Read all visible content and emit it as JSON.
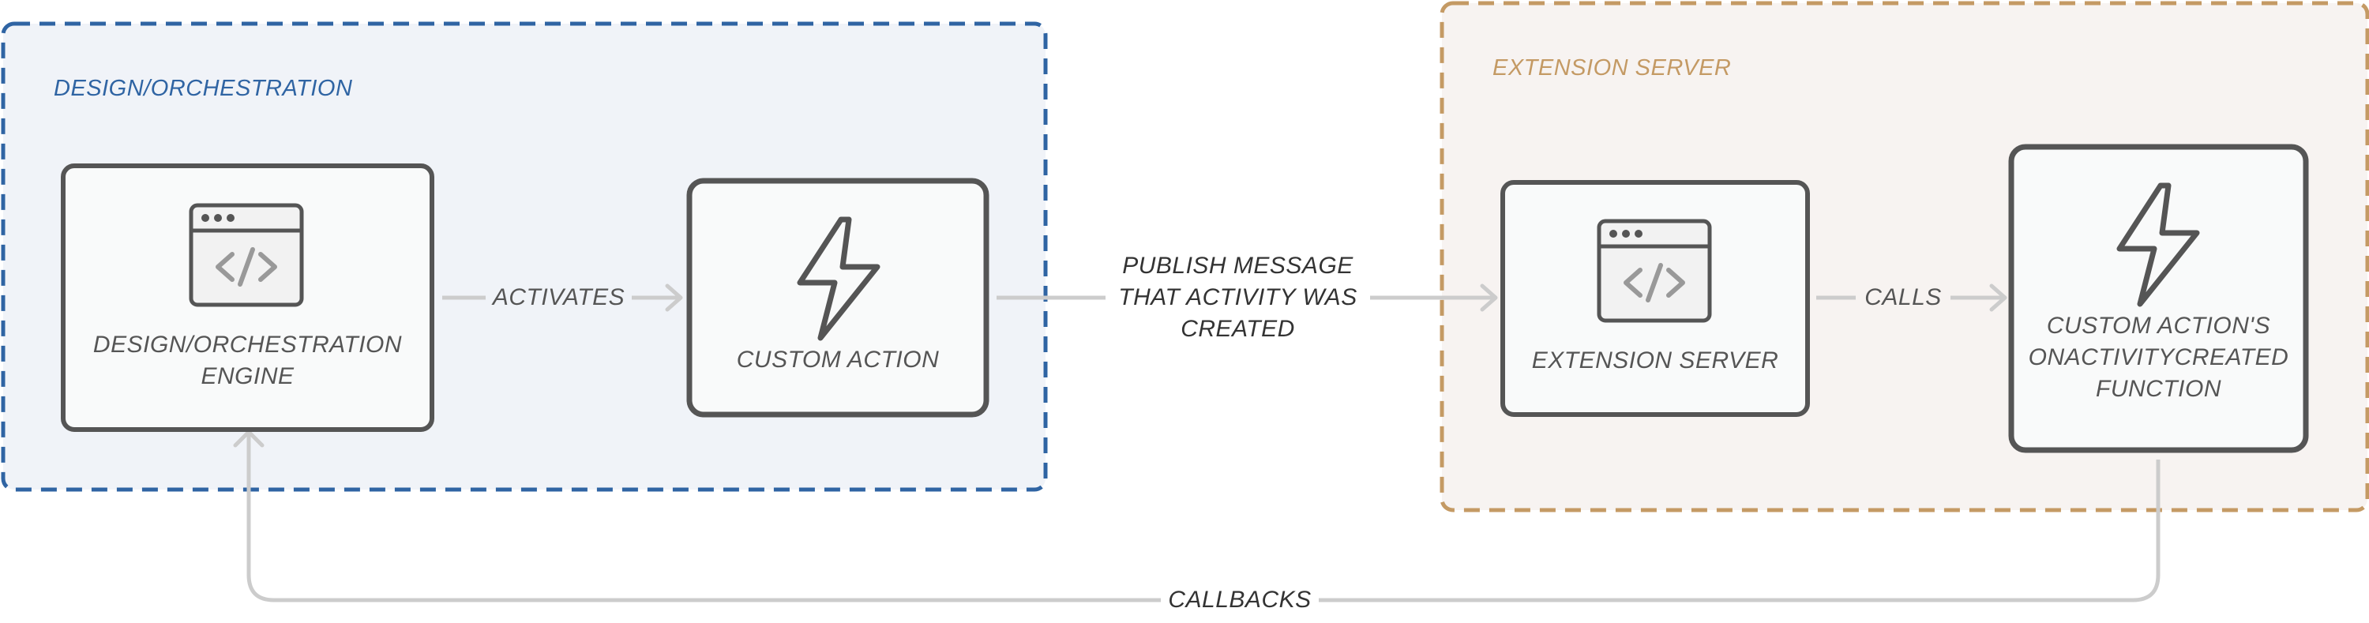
{
  "groups": {
    "design": {
      "label": "DESIGN/ORCHESTRATION",
      "fill": "#f0f3f8",
      "stroke": "#2f64a3"
    },
    "extension": {
      "label": "EXTENSION SERVER",
      "fill": "#f7f3f1",
      "stroke": "#c49a64"
    }
  },
  "nodes": {
    "engine": {
      "line1": "DESIGN/ORCHESTRATION",
      "line2": "ENGINE",
      "icon": "code-window-icon"
    },
    "custom_action": {
      "line1": "CUSTOM ACTION",
      "icon": "lightning-bolt-icon"
    },
    "extension_server": {
      "line1": "EXTENSION SERVER",
      "icon": "code-window-icon"
    },
    "handler": {
      "line1": "CUSTOM ACTION'S",
      "line2": "ONACTIVITYCREATED",
      "line3": "FUNCTION",
      "icon": "lightning-bolt-icon"
    }
  },
  "edges": {
    "activates": "ACTIVATES",
    "publish": {
      "line1": "PUBLISH MESSAGE",
      "line2": "THAT ACTIVITY WAS",
      "line3": "CREATED"
    },
    "calls": "CALLS",
    "callbacks": "CALLBACKS"
  },
  "colors": {
    "node_stroke": "#555555",
    "node_fill": "#f9fafa",
    "arrow": "#cccccc"
  }
}
